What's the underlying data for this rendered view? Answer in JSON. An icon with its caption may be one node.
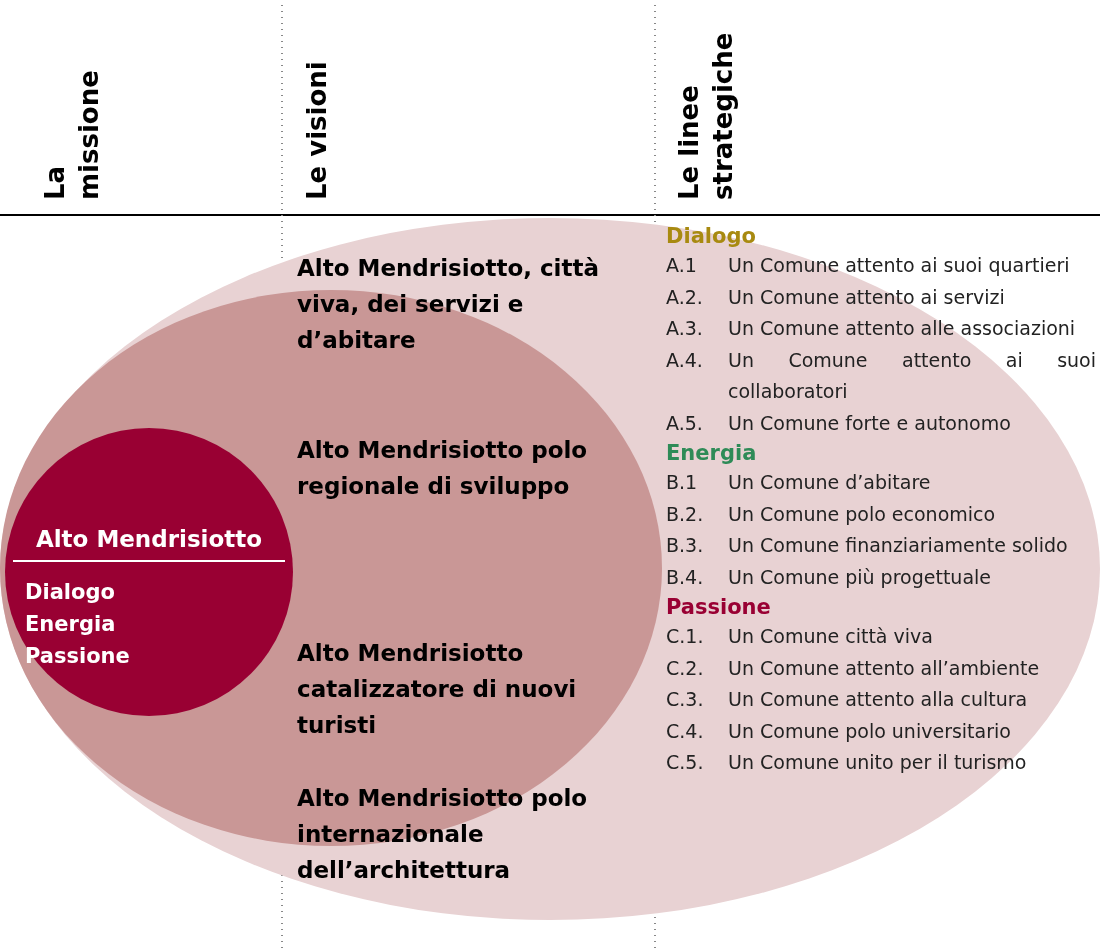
{
  "diagram": {
    "nodes": [
      {
        "text": [],
        "shape": "ellipse"
      },
      {
        "text": [],
        "shape": "ellipse",
        "in": 0
      },
      {
        "text": [
          "Alto Mendrisiotto",
          "Dialogo Energia Passione"
        ],
        "in": 1
      }
    ],
    "edges": [],
    "labels": [
      "La missione",
      "Le visioni",
      "Le linee strategiche",
      "Alto Mendrisiotto, città viva, dei servizi e d’abitare",
      "Alto Mendrisiotto polo regionale di sviluppo",
      "Alto Mendrisiotto catalizzatore di nuovi turisti",
      "Alto Mendrisiotto polo internazionale dell’architettura",
      "Dialogo",
      "A.1",
      "Un Comune attento ai suoi quartieri",
      "A.2.",
      "Un Comune attento ai servizi",
      "A.3.",
      "Un Comune attento alle associazioni",
      "A.4.",
      "Un Comune attento ai suoi collaboratori",
      "A.5.",
      "Un Comune forte e autonomo",
      "Energia",
      "B.1",
      "Un Comune d’abitare",
      "B.2.",
      "Un Comune polo economico",
      "B.3.",
      "Un Comune finanziariamente solido",
      "B.4.",
      "Un Comune più progettuale",
      "Passione",
      "C.1.",
      "Un Comune città viva",
      "C.2.",
      "Un Comune attento all’ambiente",
      "C.3.",
      "Un Comune attento alla cultura",
      "C.4.",
      "Un Comune polo universitario",
      "C.5.",
      "Un Comune unito per il turismo"
    ]
  }
}
